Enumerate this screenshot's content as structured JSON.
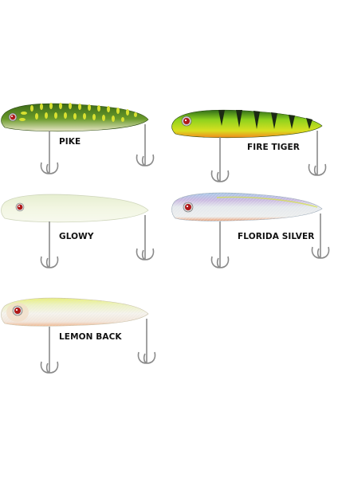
{
  "lures": [
    {
      "label": "PIKE",
      "body": "#6a9a2a",
      "back": "#3c6a18",
      "belly": "#e8e6c8",
      "pattern": "pike-dots"
    },
    {
      "label": "FIRE TIGER",
      "body": "#8ed21e",
      "back": "#2f6a1a",
      "belly": "#f08a1e",
      "pattern": "tiger-stripes"
    },
    {
      "label": "GLOWY",
      "body": "#f2f6e2",
      "back": "#e8f0d4",
      "belly": "#f7f9ee",
      "pattern": "plain"
    },
    {
      "label": "FLORIDA SILVER",
      "body": "#e4e8ec",
      "back": "#a9c9e8",
      "belly": "#e9a27a",
      "pattern": "holo"
    },
    {
      "label": "LEMON BACK",
      "body": "#f6f4ee",
      "back": "#e9f07a",
      "belly": "#f0b890",
      "pattern": "holo"
    }
  ]
}
